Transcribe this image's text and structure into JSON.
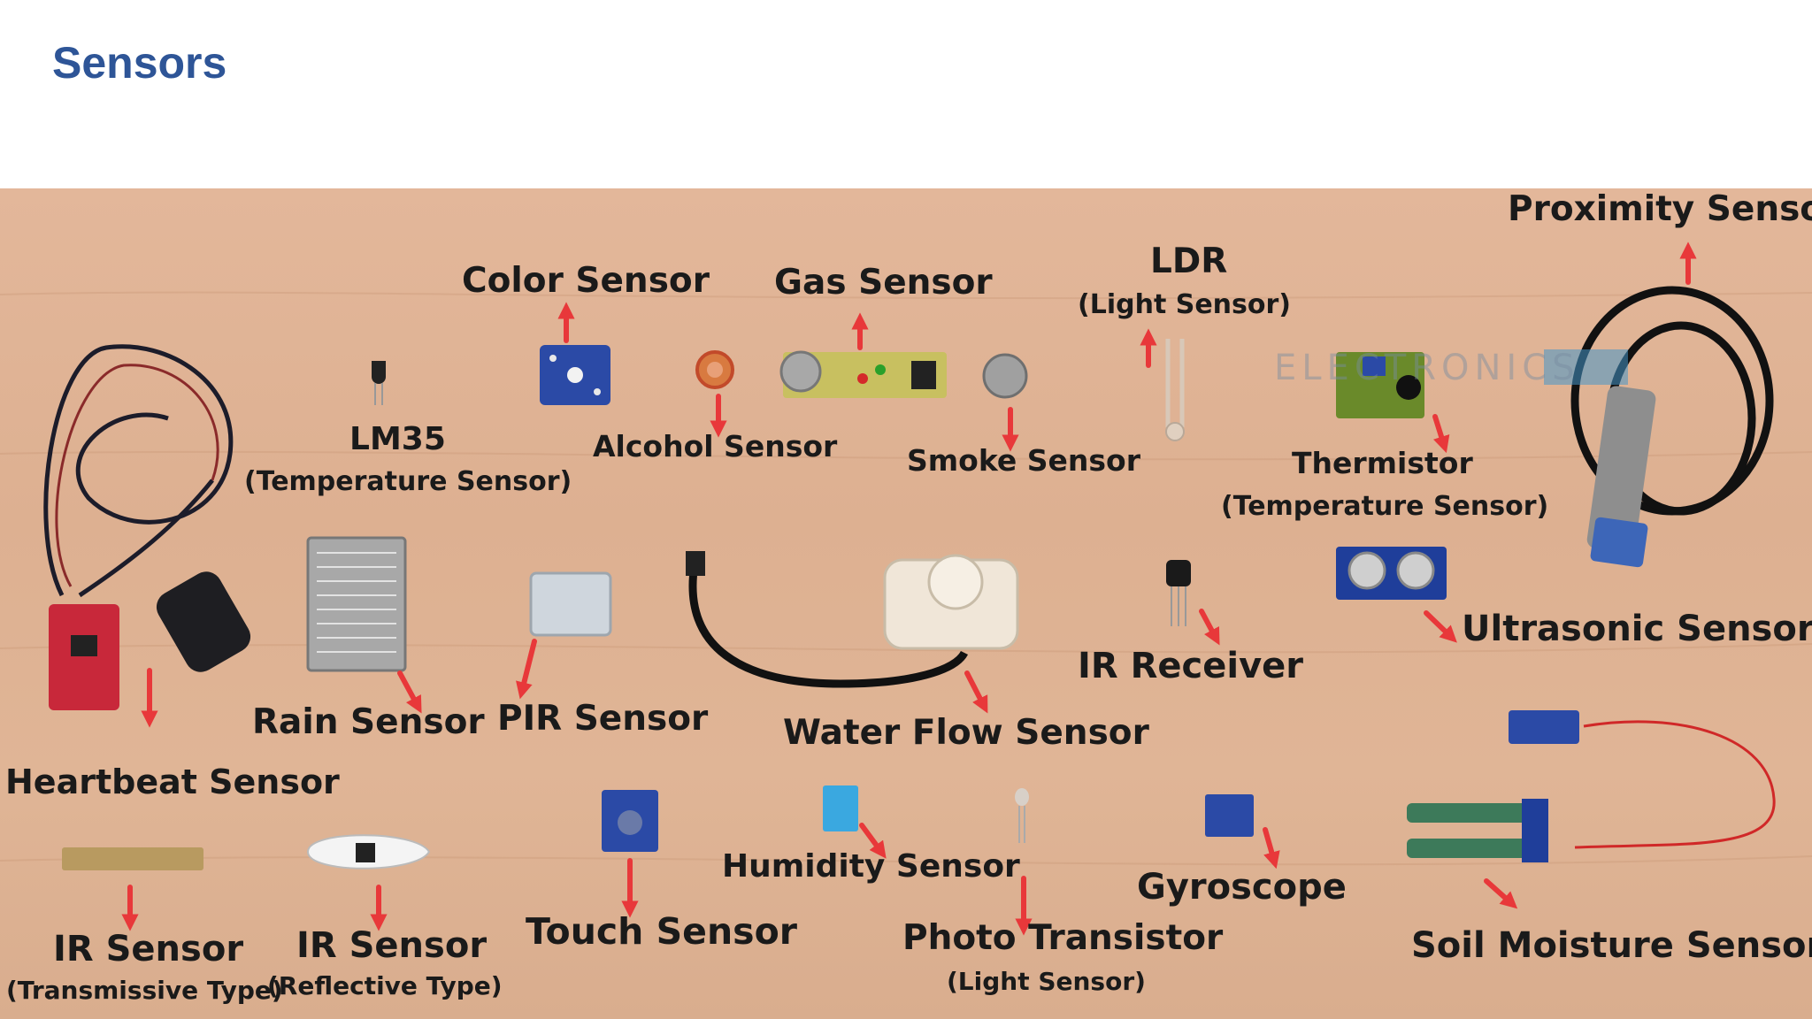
{
  "slide": {
    "title": "Sensors"
  },
  "photo": {
    "watermark": "ELECTRONICS",
    "labels": {
      "proximity": "Proximity Sensor",
      "color": "Color Sensor",
      "gas": "Gas Sensor",
      "ldr": "LDR",
      "ldr_sub": "(Light Sensor)",
      "lm35": "LM35",
      "lm35_sub": "(Temperature Sensor)",
      "alcohol": "Alcohol Sensor",
      "smoke": "Smoke Sensor",
      "thermistor": "Thermistor",
      "thermistor_sub": "(Temperature Sensor)",
      "ultrasonic": "Ultrasonic Sensor",
      "ir_receiver": "IR Receiver",
      "rain": "Rain Sensor",
      "pir": "PIR Sensor",
      "water_flow": "Water Flow Sensor",
      "heartbeat": "Heartbeat Sensor",
      "humidity": "Humidity Sensor",
      "gyroscope": "Gyroscope",
      "touch": "Touch Sensor",
      "photo_transistor": "Photo Transistor",
      "photo_transistor_sub": "(Light Sensor)",
      "soil_moisture": "Soil Moisture Sensor",
      "ir_trans": "IR Sensor",
      "ir_trans_sub": "(Transmissive Type)",
      "ir_refl": "IR Sensor",
      "ir_refl_sub": "(Reflective Type)"
    }
  },
  "colors": {
    "title": "#2e5597",
    "arrow": "#e8383a",
    "label": "#1a1a1a",
    "board_blue": "#2b4aa6",
    "board_red": "#c8283a",
    "board_green": "#6a8a2a"
  }
}
